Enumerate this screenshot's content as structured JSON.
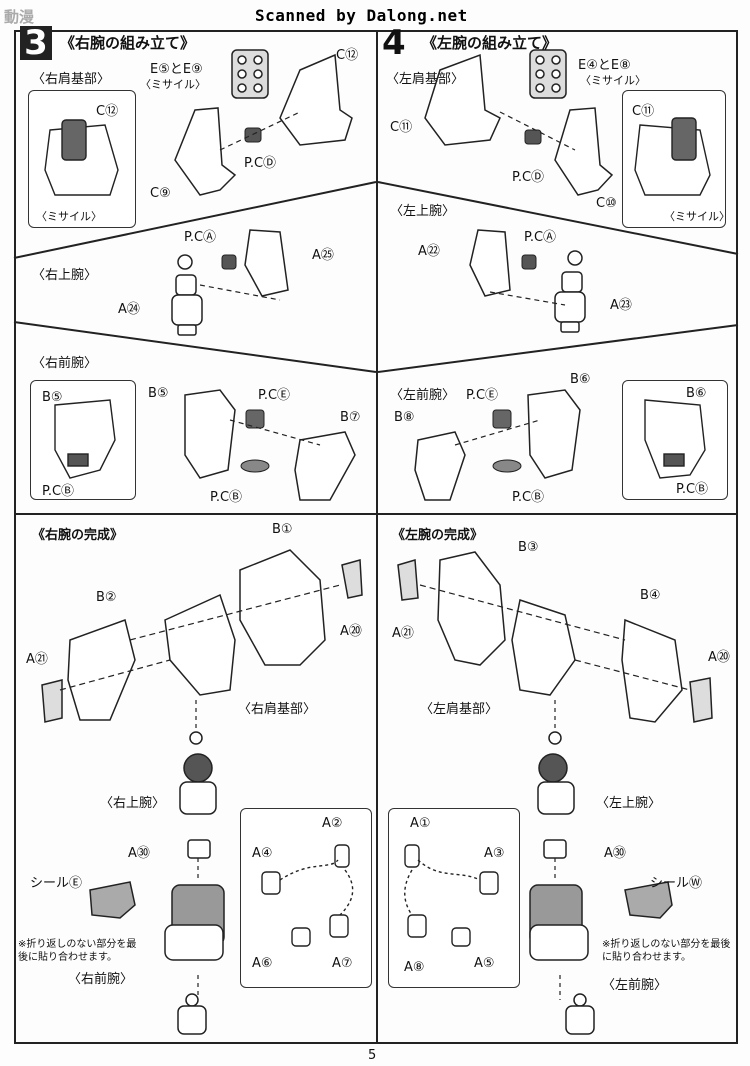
{
  "header": {
    "scan_credit": "Scanned by Dalong.net",
    "watermark": "動漫"
  },
  "page_number": "5",
  "step3": {
    "number": "3",
    "title": "《右腕の組み立て》",
    "shoulder": {
      "label": "〈右肩基部〉",
      "part_c12": "C⑫",
      "part_e": "E⑤とE⑨",
      "missile": "〈ミサイル〉",
      "part_pcd": "P.CⒹ",
      "part_c9": "C⑨",
      "inset_c12": "C⑫",
      "inset_missile": "〈ミサイル〉"
    },
    "upper_arm": {
      "label": "〈右上腕〉",
      "part_pca": "P.CⒶ",
      "part_a25": "A㉕",
      "part_a24": "A㉔"
    },
    "forearm": {
      "label": "〈右前腕〉",
      "inset_b5": "B⑤",
      "inset_pcb": "P.CⒷ",
      "part_b5": "B⑤",
      "part_pce": "P.CⒺ",
      "part_b7": "B⑦",
      "part_pcb": "P.CⒷ"
    },
    "complete": {
      "label": "《右腕の完成》",
      "part_b1": "B①",
      "part_b2": "B②",
      "part_a20": "A⑳",
      "part_a21": "A㉑",
      "shoulder_base": "〈右肩基部〉",
      "upper_arm": "〈右上腕〉",
      "part_a30": "A㉚",
      "seal": "シールⒺ",
      "note": "※折り返しのない部分を最後に貼り合わせます。",
      "forearm": "〈右前腕〉",
      "hand_a2": "A②",
      "hand_a4": "A④",
      "hand_a6": "A⑥",
      "hand_a7": "A⑦"
    }
  },
  "step4": {
    "number": "4",
    "title": "《左腕の組み立て》",
    "shoulder": {
      "label": "〈左肩基部〉",
      "part_e": "E④とE⑧",
      "missile": "〈ミサイル〉",
      "part_c11": "C⑪",
      "part_pcd": "P.CⒹ",
      "part_c10": "C⑩",
      "inset_c11": "C⑪",
      "inset_missile": "〈ミサイル〉"
    },
    "upper_arm": {
      "label": "〈左上腕〉",
      "part_a22": "A㉒",
      "part_pca": "P.CⒶ",
      "part_a23": "A㉓"
    },
    "forearm": {
      "label": "〈左前腕〉",
      "part_pce": "P.CⒺ",
      "part_b6": "B⑥",
      "part_b8": "B⑧",
      "part_pcb": "P.CⒷ",
      "inset_b6": "B⑥",
      "inset_pcb": "P.CⒷ"
    },
    "complete": {
      "label": "《左腕の完成》",
      "part_b3": "B③",
      "part_a21": "A㉑",
      "part_b4": "B④",
      "part_a20": "A⑳",
      "shoulder_base": "〈左肩基部〉",
      "upper_arm": "〈左上腕〉",
      "part_a30": "A㉚",
      "seal": "シールⓌ",
      "note": "※折り返しのない部分を最後に貼り合わせます。",
      "forearm": "〈左前腕〉",
      "hand_a1": "A①",
      "hand_a3": "A③",
      "hand_a8": "A⑧",
      "hand_a5": "A⑤"
    }
  }
}
